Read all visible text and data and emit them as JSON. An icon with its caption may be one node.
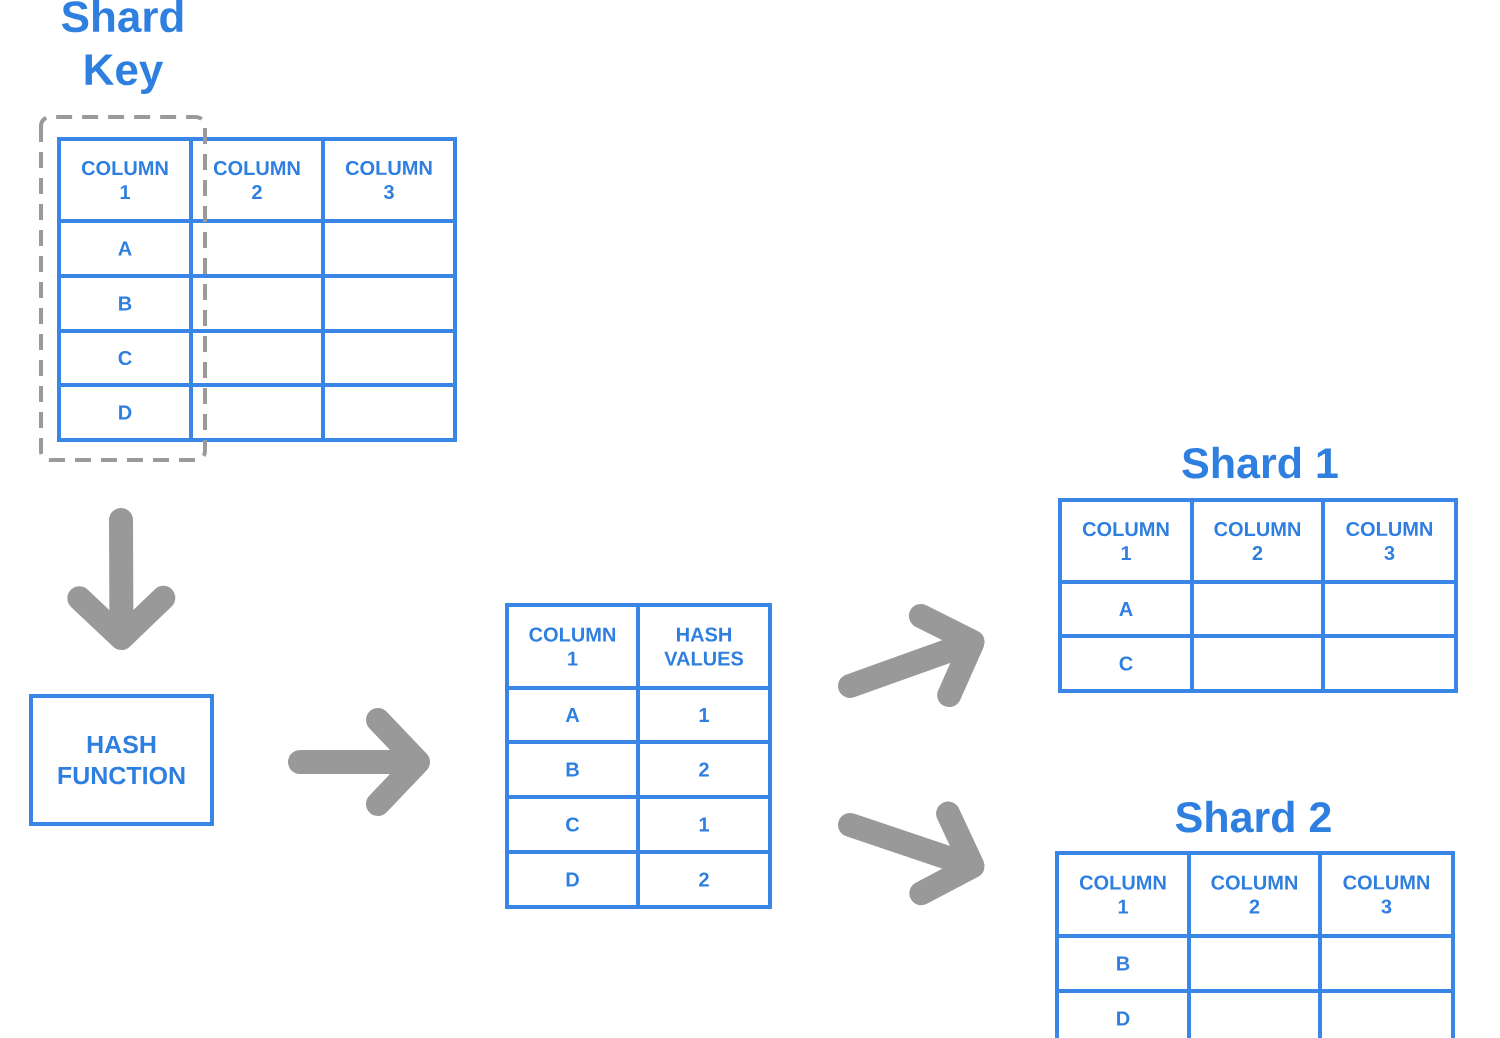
{
  "diagram": {
    "nodes": [
      {
        "text": [
          "COLUMN 1",
          "COLUMN 2",
          "COLUMN 3",
          "A",
          "B",
          "C",
          "D"
        ]
      },
      {
        "text": [
          "HASH FUNCTION"
        ]
      },
      {
        "text": [
          "COLUMN 1",
          "HASH VALUES",
          "A",
          "1",
          "B",
          "2",
          "C",
          "1",
          "D",
          "2"
        ]
      },
      {
        "text": [
          "Shard 1",
          "COLUMN 1",
          "COLUMN 2",
          "COLUMN 3",
          "A",
          "C"
        ]
      },
      {
        "text": [
          "Shard 2",
          "COLUMN 1",
          "COLUMN 2",
          "COLUMN 3",
          "B",
          "D"
        ]
      }
    ],
    "edges": [
      {
        "from": 0,
        "to": 1,
        "arrow": "to"
      },
      {
        "from": 1,
        "to": 2,
        "arrow": "to"
      },
      {
        "from": 2,
        "to": 3,
        "arrow": "to"
      },
      {
        "from": 2,
        "to": 4,
        "arrow": "to"
      }
    ],
    "labels": [
      "Shard Key"
    ]
  }
}
